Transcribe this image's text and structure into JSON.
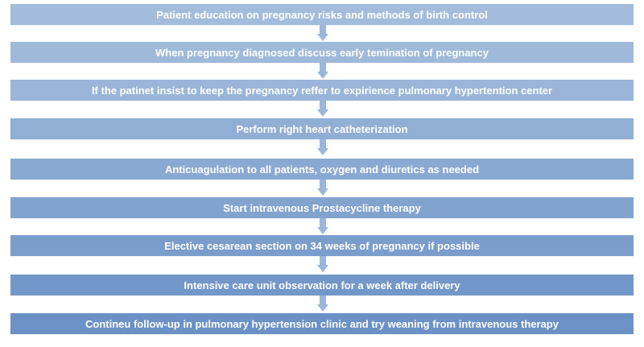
{
  "steps": [
    {
      "text": "Patient education on pregnancy risks and methods of birth control",
      "color": "#a3bcdc"
    },
    {
      "text": "When pregnancy diagnosed discuss early temination of pregnancy",
      "color": "#9fb9da"
    },
    {
      "text": "If the patinet insist to keep the pregnancy reffer to expirience pulmonary hypertention center",
      "color": "#9ab5d9"
    },
    {
      "text": "Perform right heart catheterization",
      "color": "#91aed5"
    },
    {
      "text": "Anticuagulation to all patients, oxygen and diuretics as needed",
      "color": "#8aa9d2"
    },
    {
      "text": "Start intravenous Prostacycline therapy",
      "color": "#83a3cf"
    },
    {
      "text": "Elective cesarean section on 34 weeks of pregnancy if possible",
      "color": "#7b9dcc"
    },
    {
      "text": "Intensive care unit observation for a week after delivery",
      "color": "#7397c9"
    },
    {
      "text": "Contineu follow-up in pulmonary hypertension clinic and try weaning from intravenous therapy",
      "color": "#6b91c6"
    }
  ],
  "arrow_color": "#9ab6db"
}
